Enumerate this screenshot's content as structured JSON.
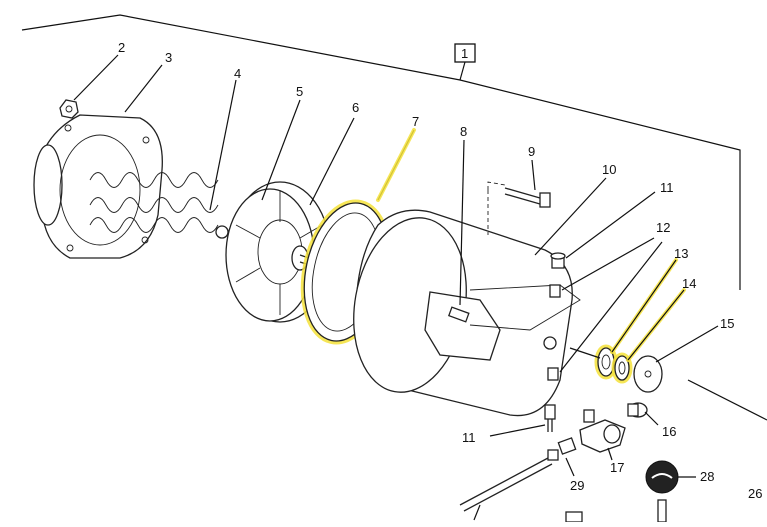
{
  "diagram": {
    "group_label": "1",
    "callouts": [
      "2",
      "3",
      "4",
      "5",
      "6",
      "7",
      "8",
      "9",
      "10",
      "11",
      "12",
      "13",
      "14",
      "15",
      "11",
      "16",
      "17",
      "28",
      "29",
      "26"
    ],
    "highlight_color": "#f4e23a"
  }
}
